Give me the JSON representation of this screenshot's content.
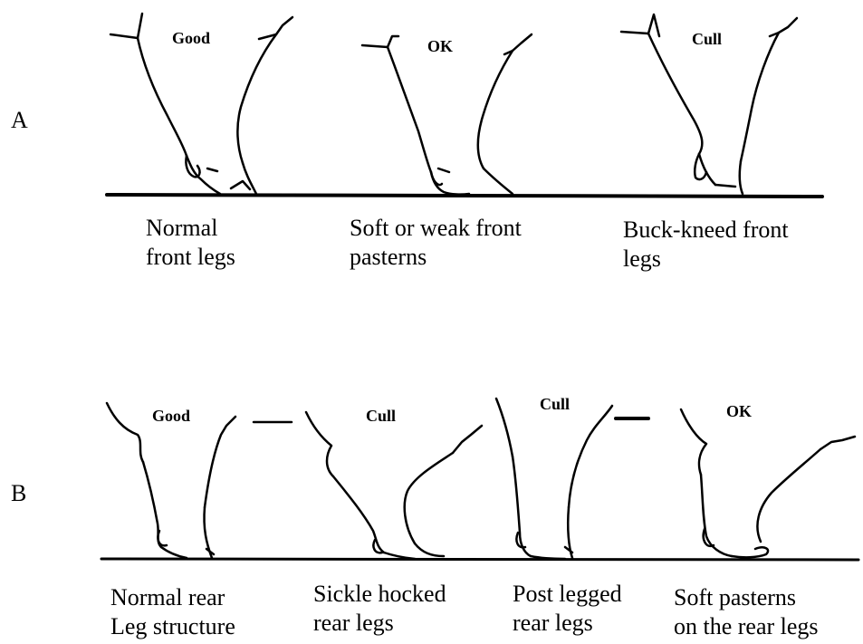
{
  "row_a": {
    "label": "A",
    "panels": [
      {
        "rating": "Good",
        "caption": "Normal\nfront legs"
      },
      {
        "rating": "OK",
        "caption": "Soft or weak front\npasterns"
      },
      {
        "rating": "Cull",
        "caption": "Buck-kneed front\nlegs"
      }
    ]
  },
  "row_b": {
    "label": "B",
    "panels": [
      {
        "rating": "Good",
        "caption": "Normal rear\nLeg structure"
      },
      {
        "rating": "Cull",
        "caption": "Sickle hocked\nrear legs"
      },
      {
        "rating": "Cull",
        "caption": "Post legged\nrear legs"
      },
      {
        "rating": "OK",
        "caption": "Soft pasterns\non the rear legs"
      }
    ]
  }
}
